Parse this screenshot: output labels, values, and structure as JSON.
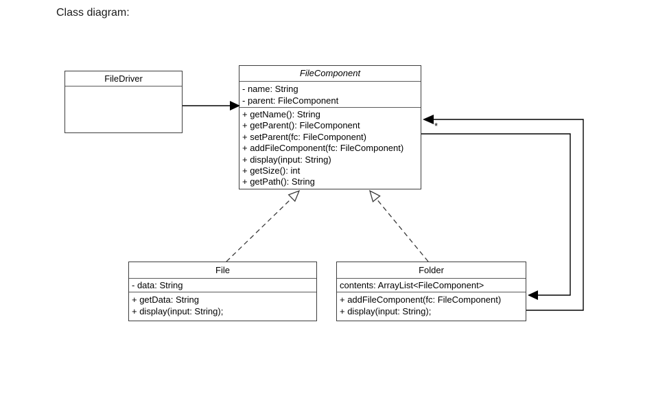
{
  "page": {
    "title": "Class diagram:"
  },
  "diagram": {
    "classes": {
      "file_driver": {
        "name": "FileDriver",
        "attributes": [],
        "methods": []
      },
      "file_component": {
        "name": "FileComponent",
        "attributes": [
          "- name: String",
          "- parent: FileComponent"
        ],
        "methods": [
          "+ getName(): String",
          "+ getParent(): FileComponent",
          "+ setParent(fc: FileComponent)",
          "+ addFileComponent(fc: FileComponent)",
          "+ display(input: String)",
          "+ getSize(): int",
          "+ getPath(): String"
        ]
      },
      "file": {
        "name": "File",
        "attributes": [
          "- data: String"
        ],
        "methods": [
          "+ getData: String",
          "+ display(input: String);"
        ]
      },
      "folder": {
        "name": "Folder",
        "attributes": [
          "contents: ArrayList<FileComponent>"
        ],
        "methods": [
          "+ addFileComponent(fc: FileComponent)",
          "+ display(input: String);"
        ]
      }
    },
    "relationships": {
      "filedriver_to_filecomponent": {
        "type": "directed-association",
        "from": "FileDriver",
        "to": "FileComponent"
      },
      "folder_to_filecomponent": {
        "type": "directed-association",
        "from": "Folder",
        "to": "FileComponent",
        "multiplicity": "*"
      },
      "filecomponent_to_folder": {
        "type": "directed-association",
        "from": "FileComponent",
        "to": "Folder"
      },
      "file_realizes_filecomponent": {
        "type": "realization",
        "from": "File",
        "to": "FileComponent"
      },
      "folder_realizes_filecomponent": {
        "type": "realization",
        "from": "Folder",
        "to": "FileComponent"
      }
    }
  },
  "labels": {
    "multiplicity_star": "*"
  },
  "colors": {
    "background": "#ffffff",
    "box_border": "#3d3d3d",
    "separator": "#5a5a5a",
    "connector": "#000000",
    "text": "#000000"
  }
}
